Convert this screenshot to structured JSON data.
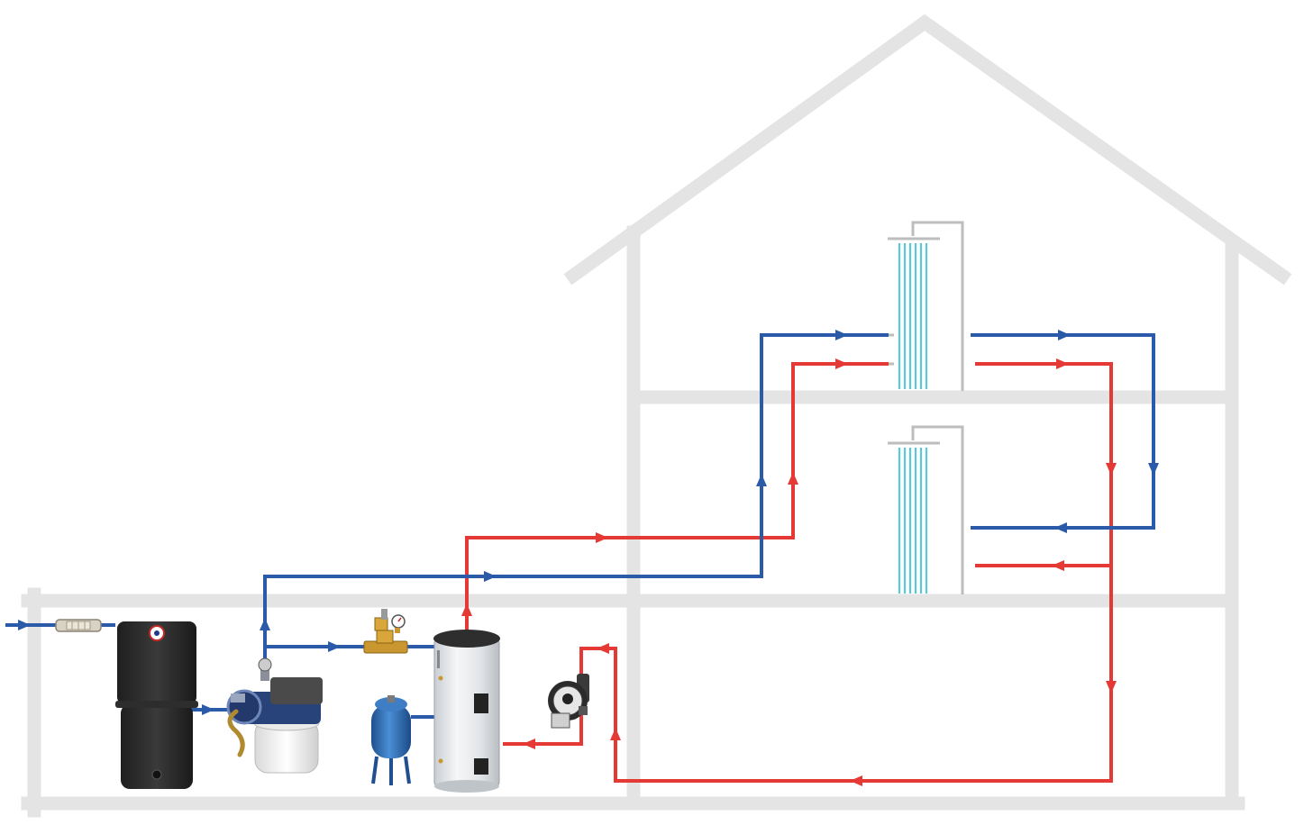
{
  "colors": {
    "structure": "#e4e4e4",
    "cold_pipe": "#2a5aa8",
    "hot_pipe": "#e53935",
    "tank_body": "#2b2b2b",
    "expansion_vessel": "#2f6fb5",
    "boiler_body": "#e9ecef",
    "shower_water": "#5bc8d8",
    "shower_frame": "#bdbdbd",
    "pump_base": "#f3f3f3"
  },
  "components": [
    {
      "id": "mains-inlet",
      "icon": "arrow-right-icon"
    },
    {
      "id": "inline-filter",
      "icon": "filter-icon"
    },
    {
      "id": "water-storage-tank",
      "icon": "tank-icon"
    },
    {
      "id": "booster-pump-set",
      "icon": "pump-icon"
    },
    {
      "id": "pressure-reducing-valve",
      "icon": "valve-icon"
    },
    {
      "id": "expansion-vessel",
      "icon": "vessel-icon"
    },
    {
      "id": "hot-water-cylinder",
      "icon": "boiler-icon"
    },
    {
      "id": "circulation-pump",
      "icon": "circulator-icon"
    },
    {
      "id": "shower-upper-floor",
      "icon": "shower-icon"
    },
    {
      "id": "shower-ground-floor",
      "icon": "shower-icon"
    }
  ],
  "pipes": [
    {
      "medium": "cold",
      "role": "mains supply"
    },
    {
      "medium": "cold",
      "role": "pump delivery to riser"
    },
    {
      "medium": "cold",
      "role": "cold feed to cylinder"
    },
    {
      "medium": "hot",
      "role": "hot riser"
    },
    {
      "medium": "hot",
      "role": "circulation return"
    }
  ]
}
